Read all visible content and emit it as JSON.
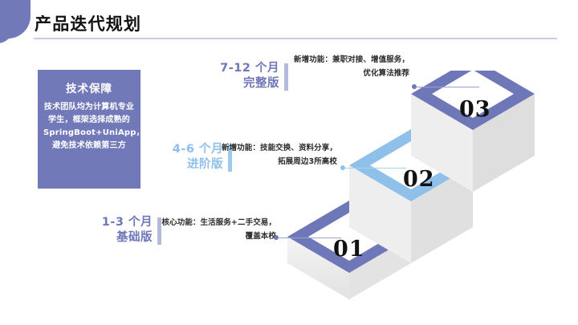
{
  "slide": {
    "title": "产品迭代规划",
    "background_color": "#ffffff",
    "accent_purple": "#7279b9",
    "accent_light_blue": "#8fc0ea",
    "rule_color": "#c5cde4"
  },
  "info_card": {
    "title": "技术保障",
    "body": "技术团队均为计算机专业学生，框架选择成熟的SpringBoot+UniApp，避免技术依赖第三方",
    "background_color": "#7279b9",
    "text_color": "#ffffff"
  },
  "phases": [
    {
      "number": "01",
      "duration": "1-3 个月",
      "version": "基础版",
      "description": "核心功能：生活服务+二手交易，覆盖本校",
      "color": "#6e77b8"
    },
    {
      "number": "02",
      "duration": "4-6 个月",
      "version": "进阶版",
      "description": "新增功能：技能交换、资料分享，拓展周边3所高校",
      "color": "#8fc0ea"
    },
    {
      "number": "03",
      "duration": "7-12 个月",
      "version": "完整版",
      "description": "新增功能：兼职对接、增值服务，优化算法推荐",
      "color": "#6e77b8"
    }
  ]
}
